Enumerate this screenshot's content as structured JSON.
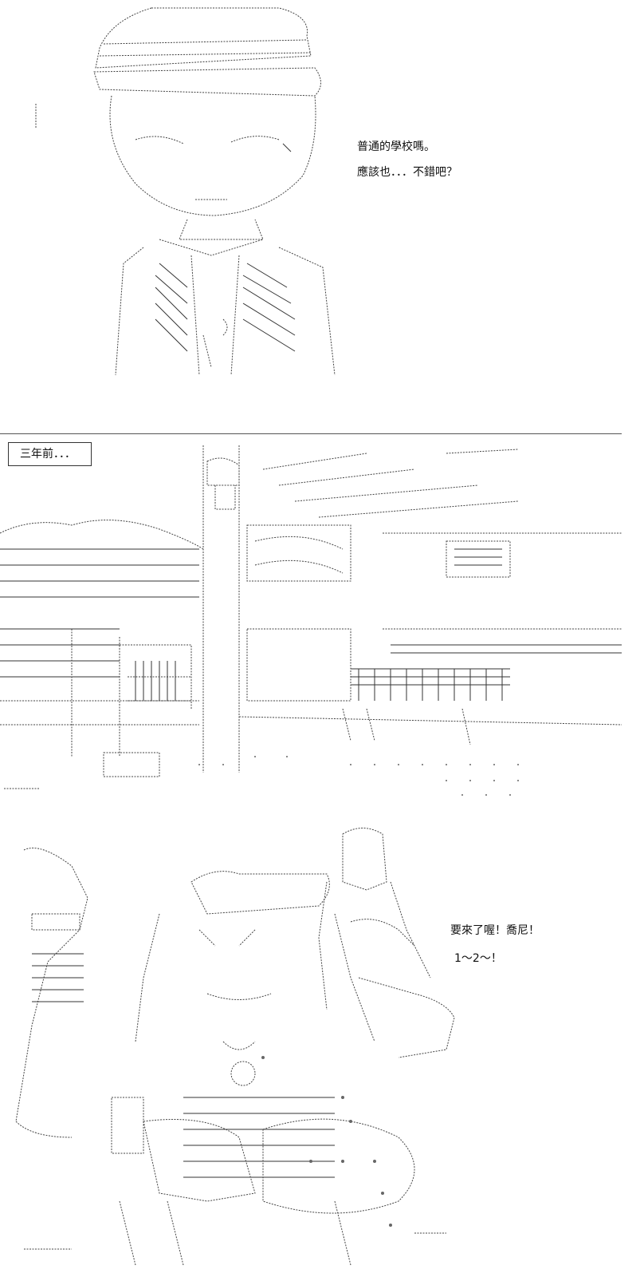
{
  "panel1": {
    "dialog_line1": "普通的學校嗎。",
    "dialog_line2": "應該也．．．不錯吧？"
  },
  "panel2": {
    "caption": "三年前．．．"
  },
  "panel3": {
    "dialog_line1": "要來了喔！喬尼！",
    "dialog_line2": "1～2～！"
  }
}
